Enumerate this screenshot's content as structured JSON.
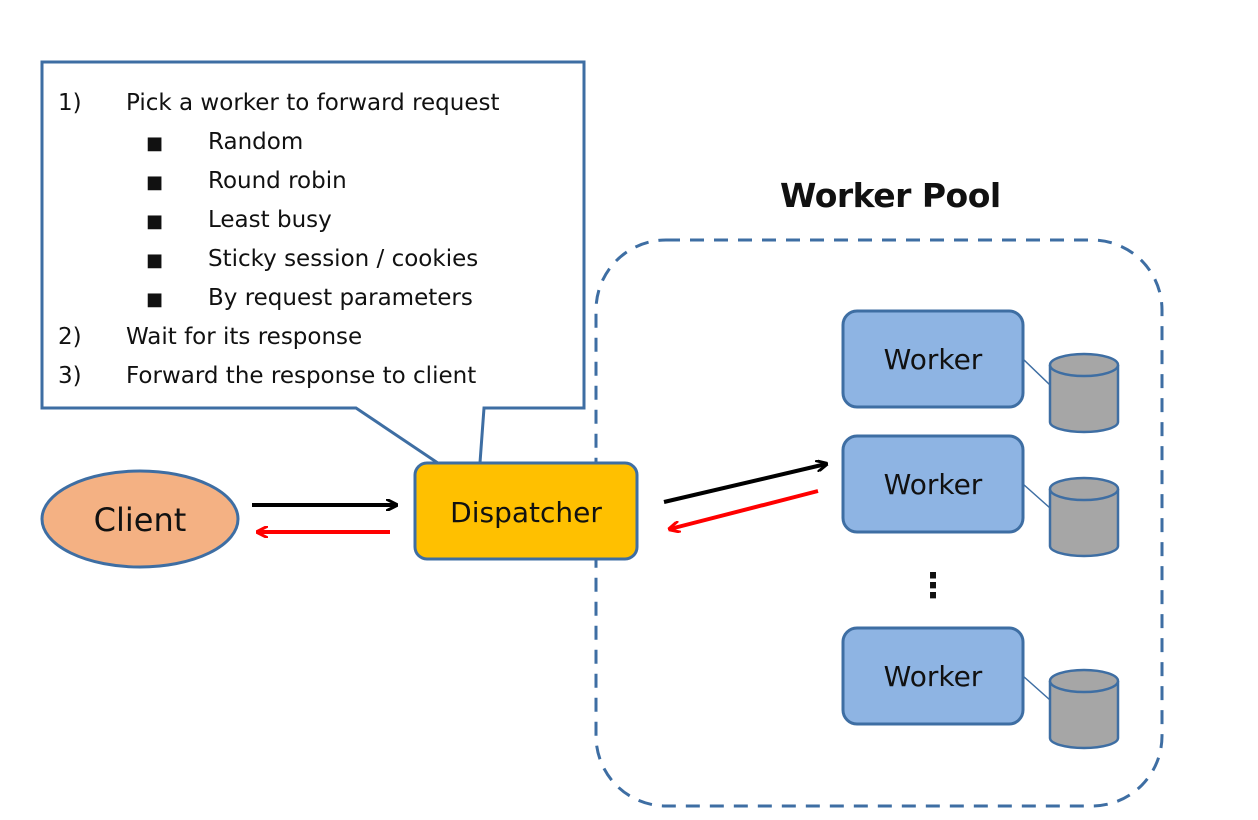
{
  "callout": {
    "items": [
      {
        "number": "1)",
        "text": "Pick a worker to forward request",
        "subitems": [
          "Random",
          "Round robin",
          "Least busy",
          "Sticky session / cookies",
          "By request parameters"
        ]
      },
      {
        "number": "2)",
        "text": "Wait for its response",
        "subitems": []
      },
      {
        "number": "3)",
        "text": "Forward the response to client",
        "subitems": []
      }
    ]
  },
  "client": {
    "label": "Client",
    "fill": "#f4b183",
    "stroke": "#3e6ea3"
  },
  "dispatcher": {
    "label": "Dispatcher",
    "fill": "#ffc000",
    "stroke": "#3e6ea3"
  },
  "worker_pool": {
    "title": "Worker Pool",
    "workers": [
      {
        "label": "Worker"
      },
      {
        "label": "Worker"
      },
      {
        "label": "Worker"
      }
    ],
    "ellipsis": "⋮",
    "worker_fill": "#8eb4e3",
    "worker_stroke": "#3e6ea3",
    "db_fill": "#a6a6a6"
  },
  "arrows": {
    "request_color": "#000000",
    "response_color": "#ff0000"
  }
}
